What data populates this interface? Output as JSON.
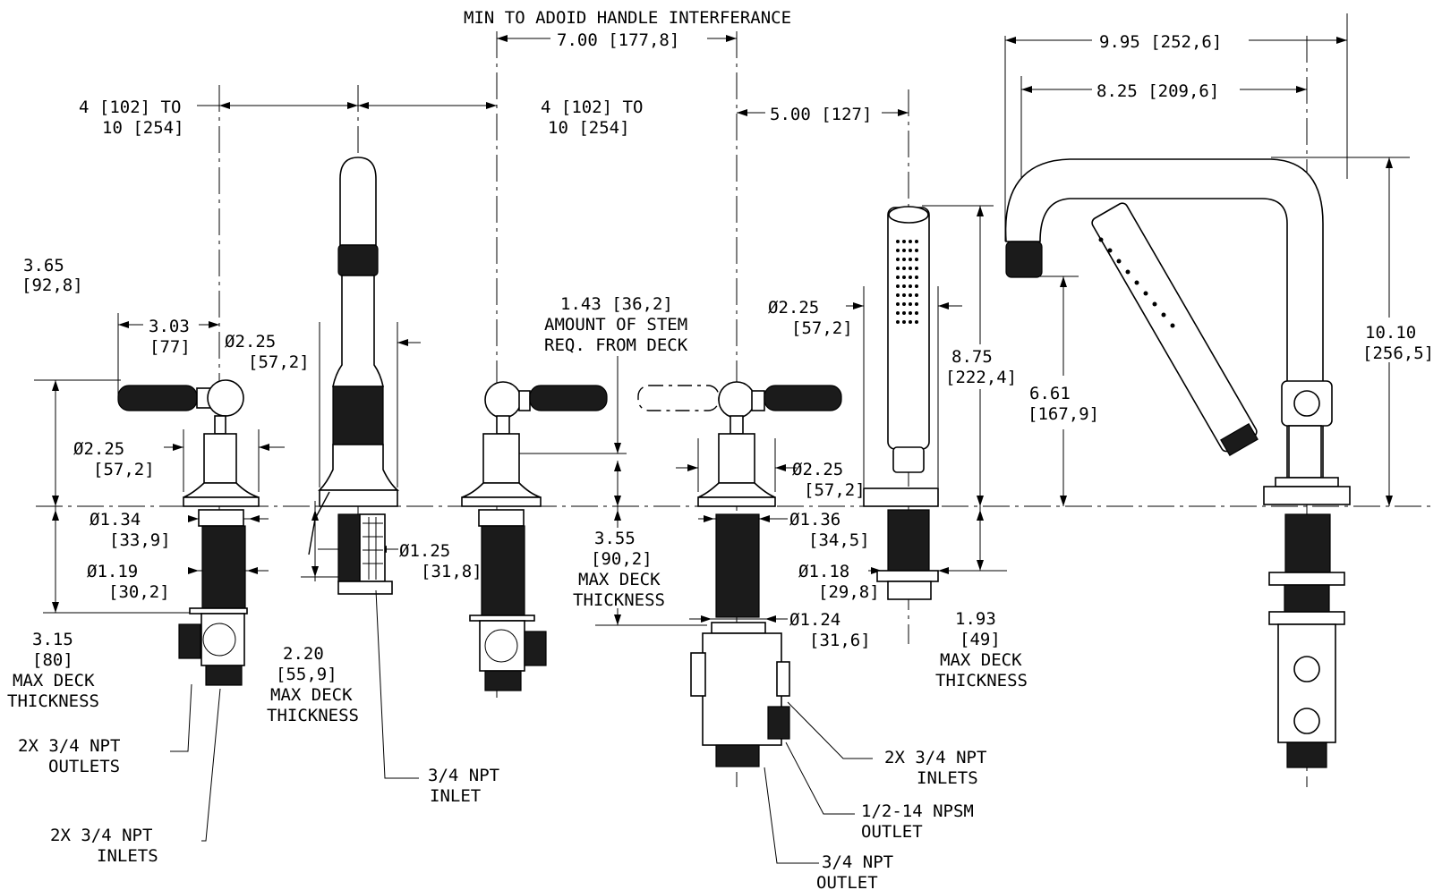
{
  "drawing": {
    "line_color": "#000000",
    "background": "#ffffff",
    "labels": {
      "header": "MIN TO ADOID HANDLE INTERFERANCE",
      "d7": "7.00 [177,8]",
      "d995": "9.95 [252,6]",
      "d825": "8.25 [209,6]",
      "span_left_1": "4 [102] TO",
      "span_left_2": "10 [254]",
      "span_right_1": "4 [102] TO",
      "span_right_2": "10 [254]",
      "d500": "5.00 [127]",
      "d365_1": "3.65",
      "d365_2": "[92,8]",
      "d303_1": "3.03",
      "d303_2": "[77]",
      "spout_dia_1": "Ø2.25",
      "spout_dia_2": "[57,2]",
      "stem_1": "1.43 [36,2]",
      "stem_2": "AMOUNT OF STEM",
      "stem_3": "REQ. FROM DECK",
      "hs_dia_1": "Ø2.25",
      "hs_dia_2": "[57,2]",
      "d875_1": "8.75",
      "d875_2": "[222,4]",
      "d661_1": "6.61",
      "d661_2": "[167,9]",
      "d1010_1": "10.10",
      "d1010_2": "[256,5]",
      "lv_dia_1": "Ø2.25",
      "lv_dia_2": "[57,2]",
      "rv_dia_1": "Ø2.25",
      "rv_dia_2": "[57,2]",
      "d134_1": "Ø1.34",
      "d134_2": "[33,9]",
      "d119_1": "Ø1.19",
      "d119_2": "[30,2]",
      "d125_1": "Ø1.25",
      "d125_2": "[31,8]",
      "d136_1": "Ø1.36",
      "d136_2": "[34,5]",
      "d118_1": "Ø1.18",
      "d118_2": "[29,8]",
      "d124_1": "Ø1.24",
      "d124_2": "[31,6]",
      "d355_1": "3.55",
      "d355_2": "[90,2]",
      "d355_3": "MAX DECK",
      "d355_4": "THICKNESS",
      "d315_1": "3.15",
      "d315_2": "[80]",
      "d315_3": "MAX DECK",
      "d315_4": "THICKNESS",
      "d220_1": "2.20",
      "d220_2": "[55,9]",
      "d220_3": "MAX DECK",
      "d220_4": "THICKNESS",
      "d193_1": "1.93",
      "d193_2": "[49]",
      "d193_3": "MAX DECK",
      "d193_4": "THICKNESS",
      "lo_1": "2X 3/4 NPT",
      "lo_2": "OUTLETS",
      "li_1": "2X 3/4 NPT",
      "li_2": "INLETS",
      "si_1": "3/4 NPT",
      "si_2": "INLET",
      "ri_1": "2X 3/4 NPT",
      "ri_2": "INLETS",
      "rn_1": "1/2-14 NPSM",
      "rn_2": "OUTLET",
      "ro_1": "3/4 NPT",
      "ro_2": "OUTLET"
    }
  }
}
